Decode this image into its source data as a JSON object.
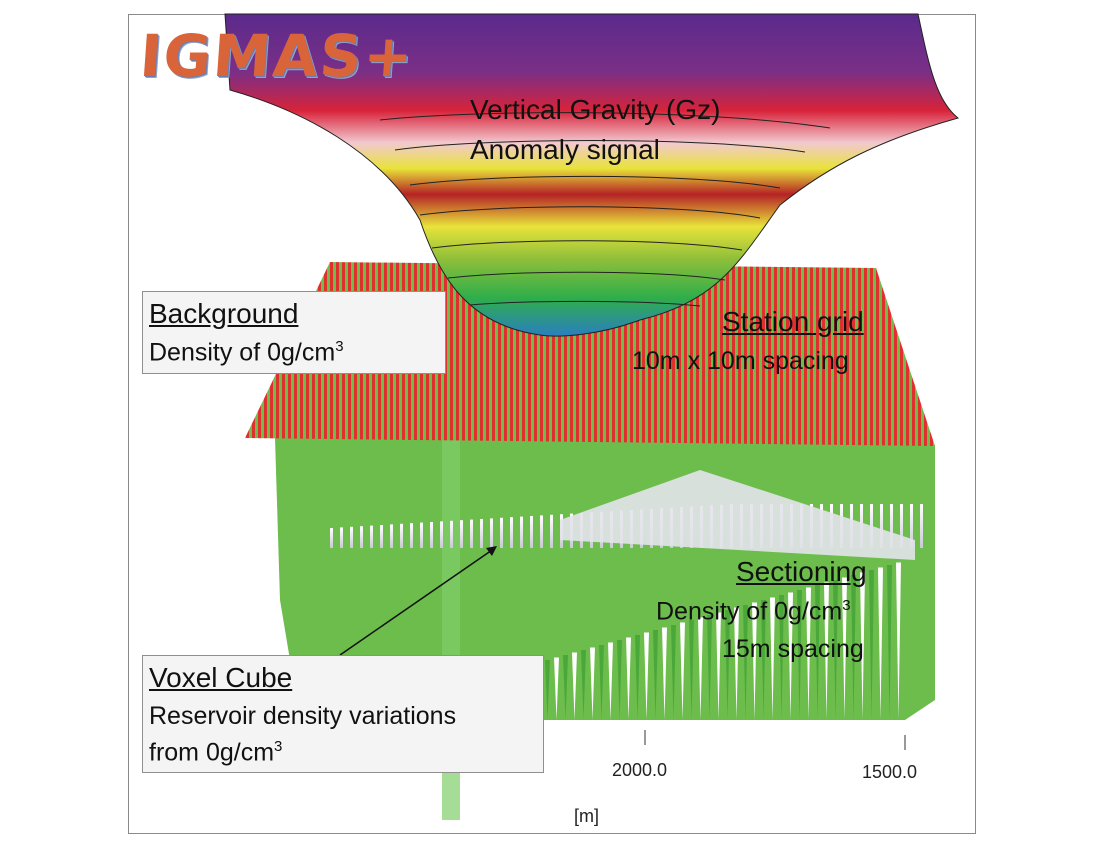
{
  "logo": {
    "text": "IGMAS+"
  },
  "gravity": {
    "line1": "Vertical Gravity (Gz)",
    "line2": "Anomaly signal"
  },
  "background": {
    "title": "Background",
    "body": "Density of 0g/cm",
    "sup": "3"
  },
  "station_grid": {
    "title": "Station grid",
    "body": "10m x 10m spacing"
  },
  "sectioning": {
    "title": "Sectioning",
    "body": "Density of 0g/cm",
    "sup": "3",
    "spacing": "15m spacing"
  },
  "voxel": {
    "title": "Voxel Cube",
    "line1": "Reservoir density variations",
    "line2": "from 0g/cm",
    "sup": "3"
  },
  "axis": {
    "tick1": "2000.0",
    "tick2": "1500.0",
    "unit": "[m]"
  },
  "colors": {
    "surface_top": "#5b2a8c",
    "surface_red": "#e0232a",
    "surface_yellow": "#e8e33a",
    "surface_green": "#2fae4a",
    "station_lines": "#e0302e",
    "section_green": "#6cbd4c"
  }
}
